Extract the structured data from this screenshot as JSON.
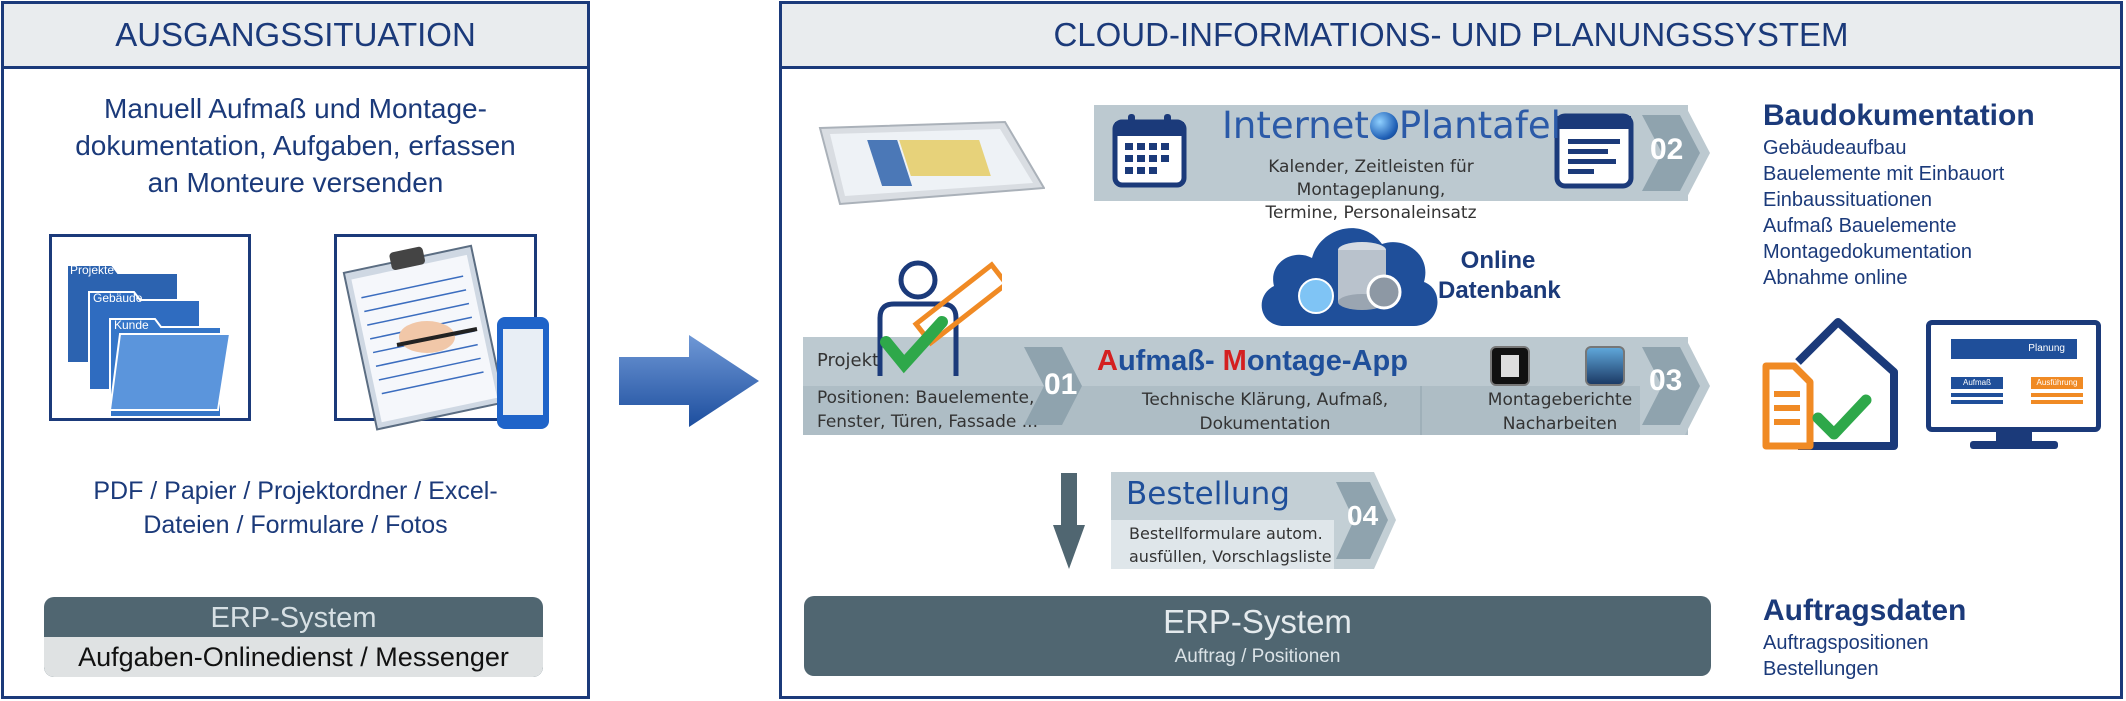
{
  "left": {
    "header": "AUSGANGSSITUATION",
    "intro": [
      "Manuell Aufmaß und Montage-",
      "dokumentation, Aufgaben, erfassen",
      "an Monteure versenden"
    ],
    "folders": [
      "Projekte",
      "Gebäude",
      "Kunde"
    ],
    "files_text": [
      "PDF / Papier / Projektordner / Excel-",
      "Dateien / Formulare / Fotos"
    ],
    "erp_title": "ERP-System",
    "erp_sub": "Aufgaben-Onlinedienst / Messenger"
  },
  "right": {
    "header": "CLOUD-INFORMATIONS- UND PLANUNGSSYSTEM",
    "plantafel": {
      "logo_a": "Internet",
      "logo_b": "Plantafel",
      "text": [
        "Kalender, Zeitleisten für Montageplanung,",
        "Termine, Personaleinsatz"
      ],
      "num": "02"
    },
    "cloud": [
      "Online",
      "Datenbank"
    ],
    "app": {
      "projekt": "Projekt",
      "positions": [
        "Positionen: Bauelemente,",
        "Fenster, Türen, Fassade ..."
      ],
      "num1": "01",
      "title_a1": "A",
      "title_a2": "ufmaß- ",
      "title_m1": "M",
      "title_m2": "ontage-App",
      "tech": [
        "Technische Klärung, Aufmaß,",
        "Dokumentation"
      ],
      "berichte": [
        "Montageberichte",
        "Nacharbeiten"
      ],
      "num3": "03"
    },
    "bestellung": {
      "title": "Bestellung",
      "text": [
        "Bestellformulare autom.",
        "ausfüllen, Vorschlagsliste"
      ],
      "num": "04"
    },
    "erp_title": "ERP-System",
    "erp_sub": "Auftrag / Positionen",
    "baudoku": {
      "title": "Baudokumentation",
      "items": [
        "Gebäudeaufbau",
        "Bauelemente mit Einbauort",
        "Einbaussituationen",
        "Aufmaß Bauelemente",
        "Montagedokumentation",
        "Abnahme online"
      ]
    },
    "monitor": {
      "planung": "Planung",
      "aufmass": "Aufmaß",
      "ausfuehrung": "Ausführung"
    },
    "auftrag": {
      "title": "Auftragsdaten",
      "items": [
        "Auftragspositionen",
        "Bestellungen"
      ]
    }
  },
  "colors": {
    "navy": "#1b3a7a",
    "band": "#bcc9d0",
    "erp": "#506671",
    "orange": "#f08a24",
    "green": "#2ea84a",
    "red": "#d42020"
  }
}
